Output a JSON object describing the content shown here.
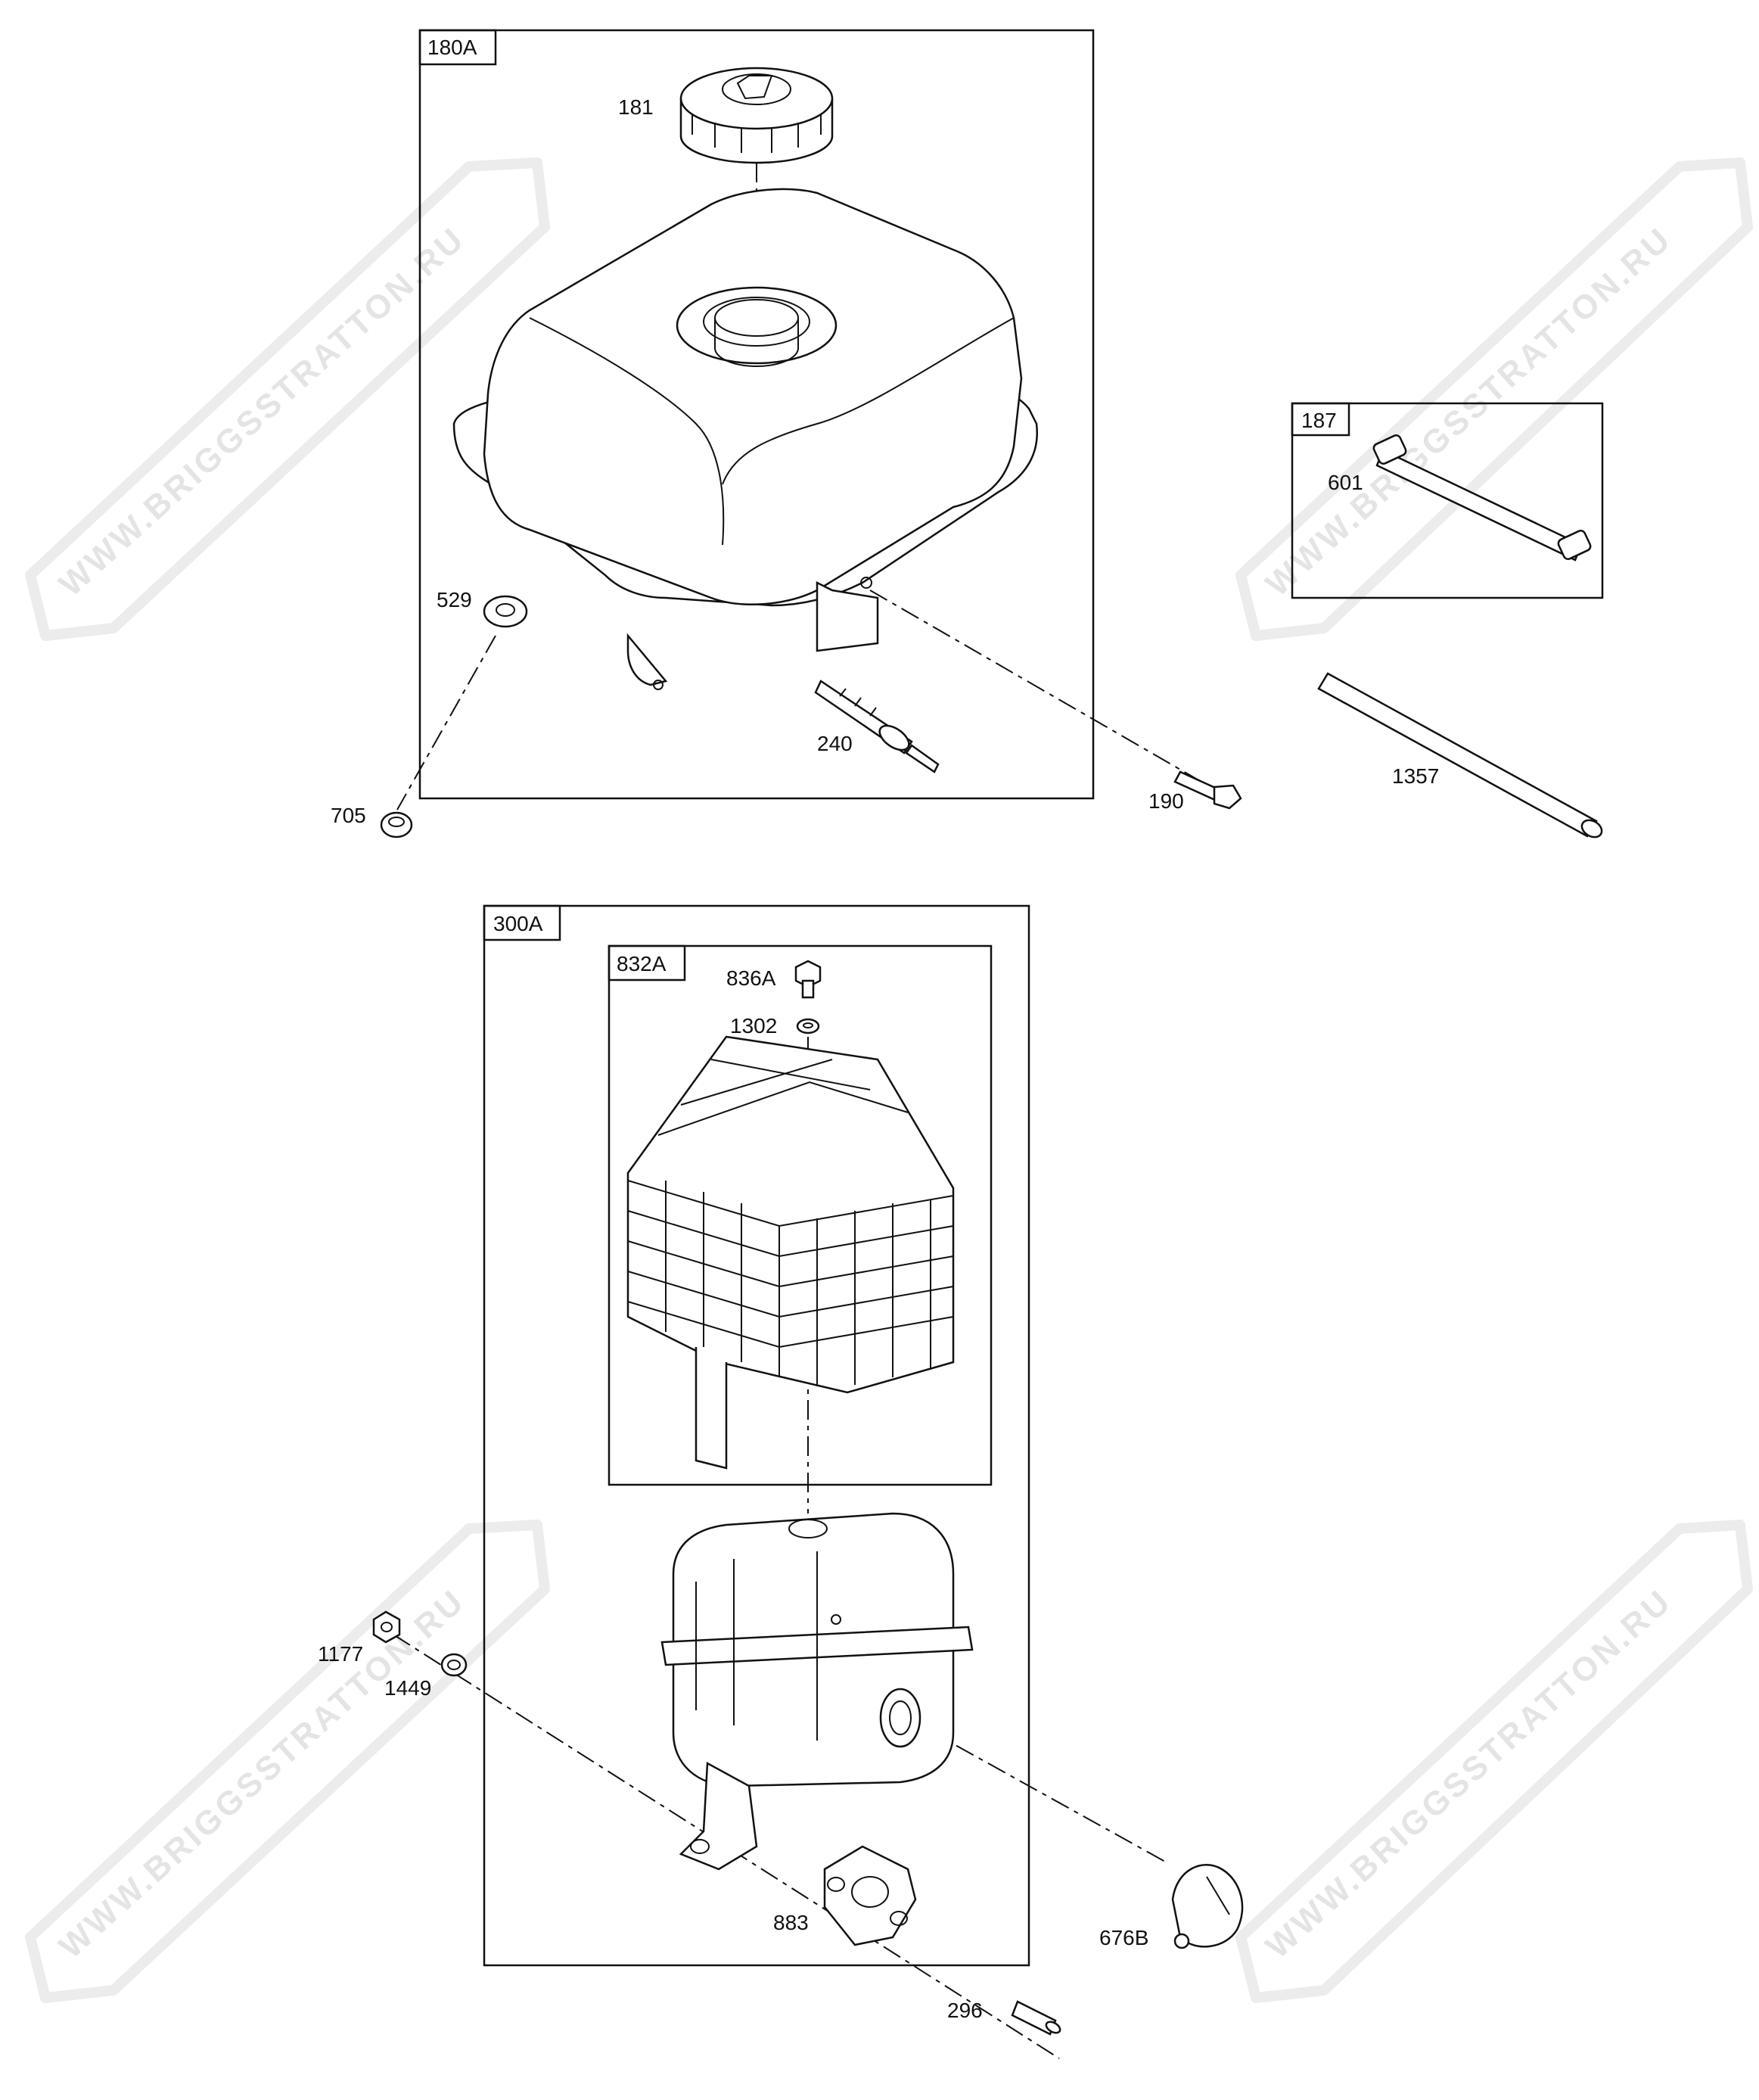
{
  "watermark": "WWW.BRIGGSSTRATTON.RU",
  "groups": [
    {
      "id": "180A",
      "label": "180A"
    },
    {
      "id": "187",
      "label": "187"
    },
    {
      "id": "300A",
      "label": "300A"
    },
    {
      "id": "832A",
      "label": "832A"
    }
  ],
  "parts": [
    {
      "id": "181",
      "label": "181",
      "name": "fuel-cap"
    },
    {
      "id": "529",
      "label": "529",
      "name": "grommet"
    },
    {
      "id": "705",
      "label": "705",
      "name": "nut"
    },
    {
      "id": "240",
      "label": "240",
      "name": "fuel-valve"
    },
    {
      "id": "190",
      "label": "190",
      "name": "bolt"
    },
    {
      "id": "601",
      "label": "601",
      "name": "fuel-line-with-clamps"
    },
    {
      "id": "1357",
      "label": "1357",
      "name": "fuel-line"
    },
    {
      "id": "836A",
      "label": "836A",
      "name": "screw"
    },
    {
      "id": "1302",
      "label": "1302",
      "name": "washer"
    },
    {
      "id": "1177",
      "label": "1177",
      "name": "nut"
    },
    {
      "id": "1449",
      "label": "1449",
      "name": "washer"
    },
    {
      "id": "883",
      "label": "883",
      "name": "exhaust-gasket"
    },
    {
      "id": "676B",
      "label": "676B",
      "name": "muffler-deflector"
    },
    {
      "id": "296",
      "label": "296",
      "name": "stud"
    }
  ]
}
